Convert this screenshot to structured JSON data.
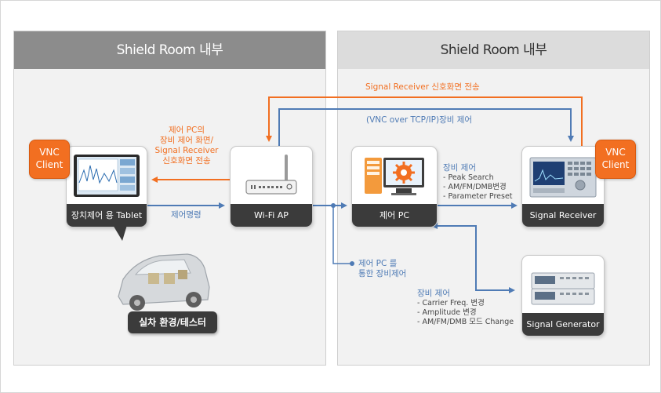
{
  "rooms": {
    "left_title": "Shield Room 내부",
    "right_title": "Shield Room 내부"
  },
  "vnc_badges": {
    "left": [
      "VNC",
      "Client"
    ],
    "right": [
      "VNC",
      "Client"
    ]
  },
  "devices": {
    "tablet": "장치제어 용 Tablet",
    "ap": "Wi-Fi AP",
    "pc": "제어 PC",
    "receiver": "Signal Receiver",
    "generator": "Signal Generator"
  },
  "car_badge": "실차 환경/테스터",
  "labels": {
    "receiver_transfer_top": "Signal Receiver 신호화면 전송",
    "vnc_over": "(VNC over TCP/IP)장비 제어",
    "pc_screen": [
      "제어 PC의",
      "장비 제어 화면/",
      "Signal Receiver",
      "신호화면 전송"
    ],
    "control_cmd": "제어명령",
    "via_pc": [
      "제어 PC 를",
      "통한 장비제어"
    ],
    "rx_control_title": "장비 제어",
    "rx_control_items": [
      "- Peak Search",
      "- AM/FM/DMB변경",
      "- Parameter Preset"
    ],
    "gen_control_title": "장비 제어",
    "gen_control_items": [
      "- Carrier Freq. 변경",
      "- Amplitude 변경",
      "- AM/FM/DMB 모드 Change"
    ]
  },
  "colors": {
    "orange": "#f26f21",
    "blue": "#4f7bb5",
    "dark_caption": "#3b3b3b"
  }
}
